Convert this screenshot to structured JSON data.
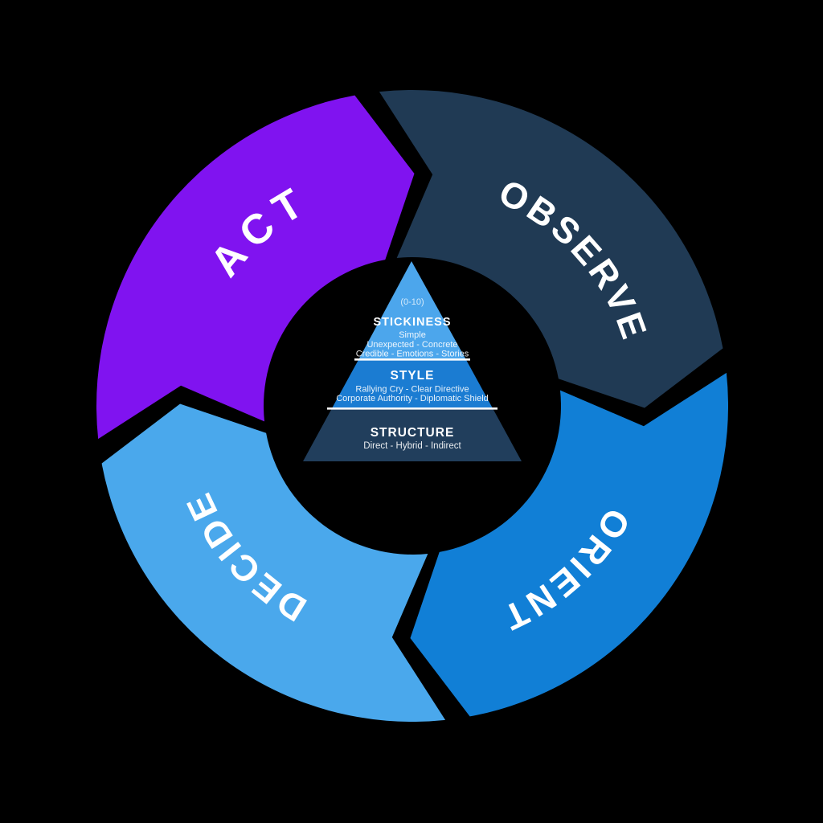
{
  "diagram": {
    "background": "#000000",
    "cycle": {
      "direction": "clockwise",
      "label_color": "#FFFFFF",
      "segments": [
        {
          "id": "observe",
          "label": "OBSERVE",
          "color": "#203A54"
        },
        {
          "id": "orient",
          "label": "ORIENT",
          "color": "#117FD6"
        },
        {
          "id": "decide",
          "label": "DECIDE",
          "color": "#4AA8EC"
        },
        {
          "id": "act",
          "label": "ACT",
          "color": "#8013F0"
        }
      ]
    },
    "pyramid": {
      "scale_note": "(0-10)",
      "text_color": "#FFFFFF",
      "levels": [
        {
          "id": "stickiness",
          "title": "STICKINESS",
          "lines": [
            "Simple",
            "Unexpected - Concrete",
            "Credible - Emotions - Stories"
          ],
          "color": "#4CA6EC"
        },
        {
          "id": "style",
          "title": "STYLE",
          "lines": [
            "Rallying Cry - Clear Directive",
            "Corporate Authority - Diplomatic Shield"
          ],
          "color": "#1B7CD2"
        },
        {
          "id": "structure",
          "title": "STRUCTURE",
          "lines": [
            "Direct - Hybrid - Indirect"
          ],
          "color": "#213E5C"
        }
      ],
      "separator_color": "#FFFFFF"
    }
  }
}
